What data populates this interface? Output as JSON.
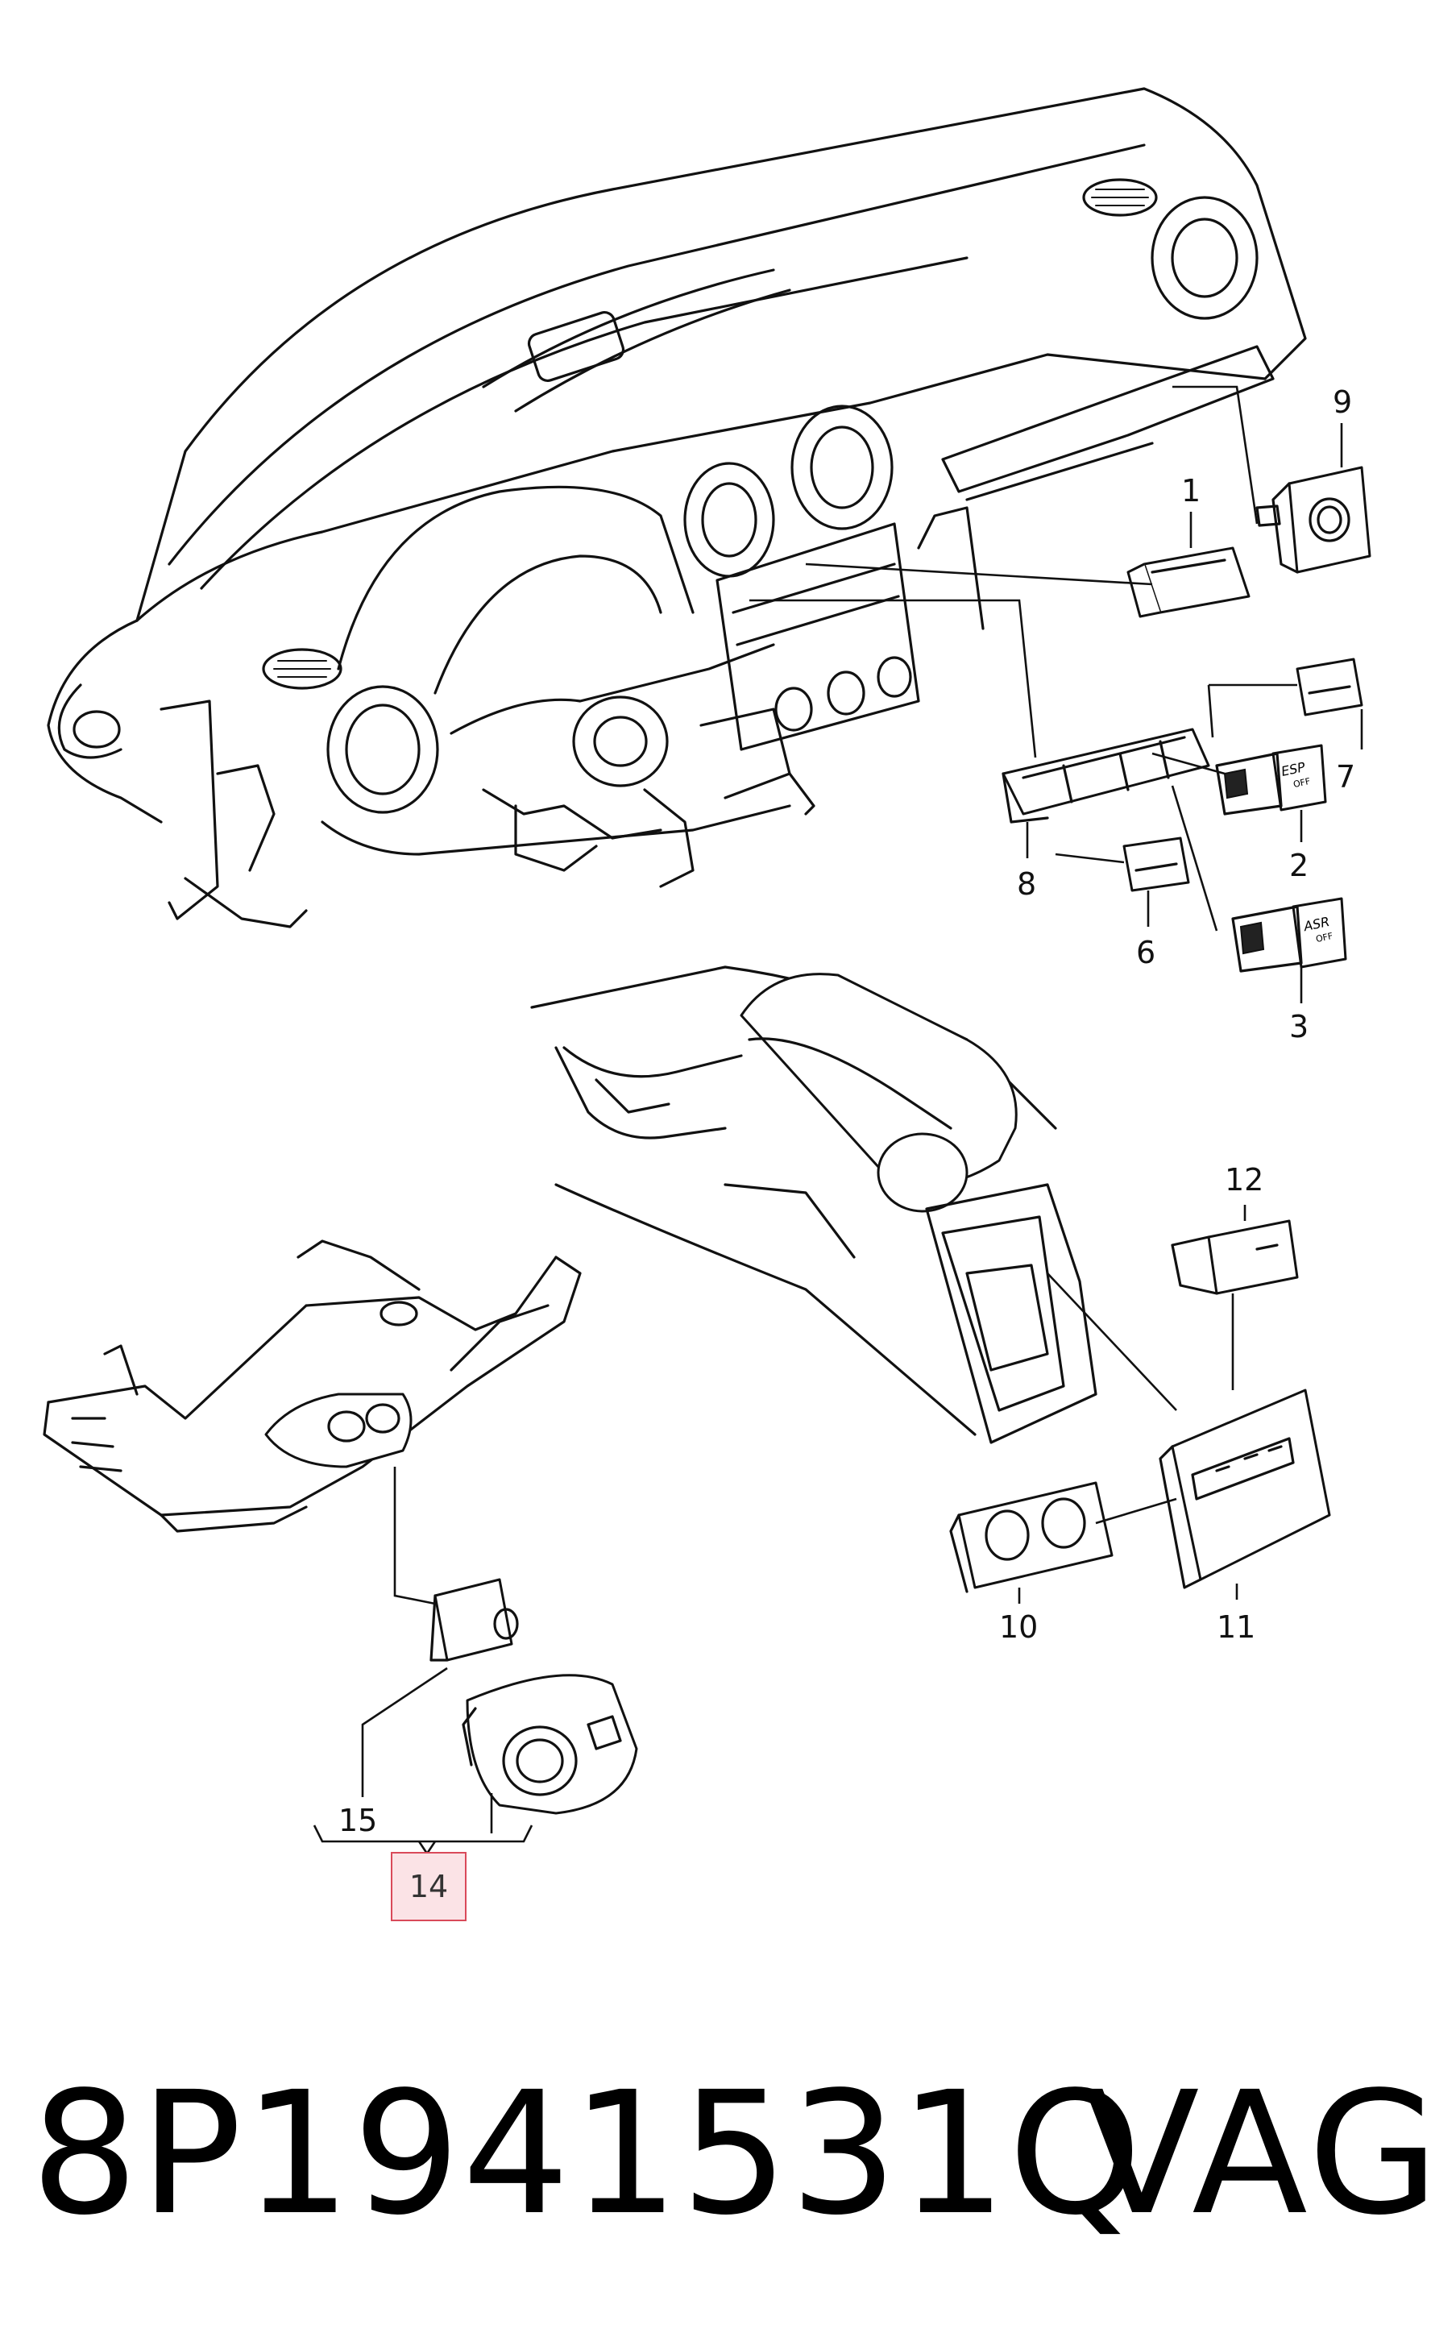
{
  "callouts": {
    "c1": "1",
    "c2": "2",
    "c3": "3",
    "c6": "6",
    "c7": "7",
    "c8": "8",
    "c9": "9",
    "c10": "10",
    "c11": "11",
    "c12": "12",
    "c14": "14",
    "c15": "15"
  },
  "switch_labels": {
    "esp": "ESP",
    "esp_off": "OFF",
    "asr": "ASR",
    "asr_off": "OFF"
  },
  "footer": {
    "part_number": "8P1941531Q",
    "brand": "VAG"
  },
  "colors": {
    "highlight_fill": "#fbe3e6",
    "highlight_border": "#d94a5a",
    "line": "#111111"
  }
}
